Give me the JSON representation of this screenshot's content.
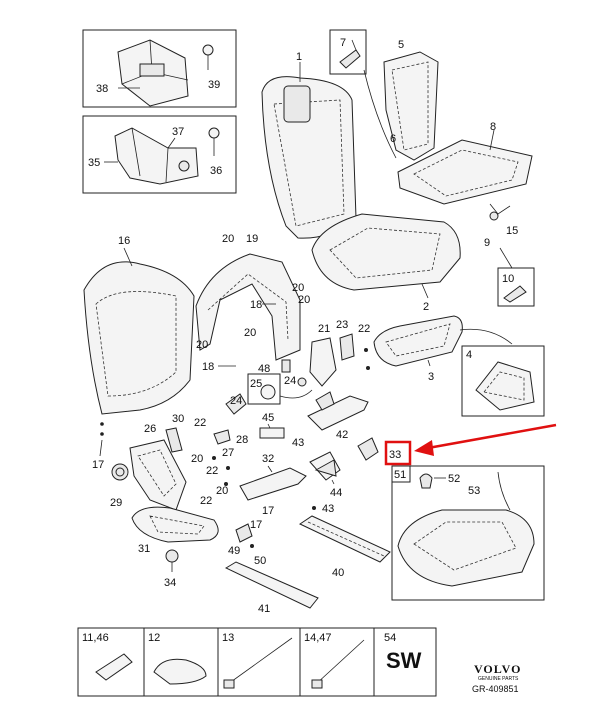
{
  "callouts": {
    "c1": "1",
    "c2": "2",
    "c3": "3",
    "c4": "4",
    "c5": "5",
    "c6": "6",
    "c7": "7",
    "c8": "8",
    "c9": "9",
    "c10": "10",
    "c15": "15",
    "c16": "16",
    "c17a": "17",
    "c17b": "17",
    "c17c": "17",
    "c18a": "18",
    "c18b": "18",
    "c19": "19",
    "c20a": "20",
    "c20b": "20",
    "c20c": "20",
    "c20d": "20",
    "c20e": "20",
    "c20f": "20",
    "c21": "21",
    "c22a": "22",
    "c22b": "22",
    "c22c": "22",
    "c22d": "22",
    "c23": "23",
    "c24a": "24",
    "c24b": "24",
    "c25": "25",
    "c26": "26",
    "c27": "27",
    "c28": "28",
    "c29": "29",
    "c30": "30",
    "c31": "31",
    "c32": "32",
    "c33": "33",
    "c34": "34",
    "c35": "35",
    "c36": "36",
    "c37": "37",
    "c38": "38",
    "c39": "39",
    "c40": "40",
    "c41": "41",
    "c42": "42",
    "c43a": "43",
    "c43b": "43",
    "c44": "44",
    "c45": "45",
    "c48": "48",
    "c49": "49",
    "c50": "50",
    "c51": "51",
    "c52": "52",
    "c53": "53"
  },
  "legend": {
    "cell1": "11,46",
    "cell2": "12",
    "cell3": "13",
    "cell4": "14,47",
    "cell5": "54",
    "sw": "SW"
  },
  "brand": {
    "name": "VOLVO",
    "tagline": "GENUINE PARTS",
    "ref": "GR-409851"
  },
  "highlight_color": "#e01010"
}
